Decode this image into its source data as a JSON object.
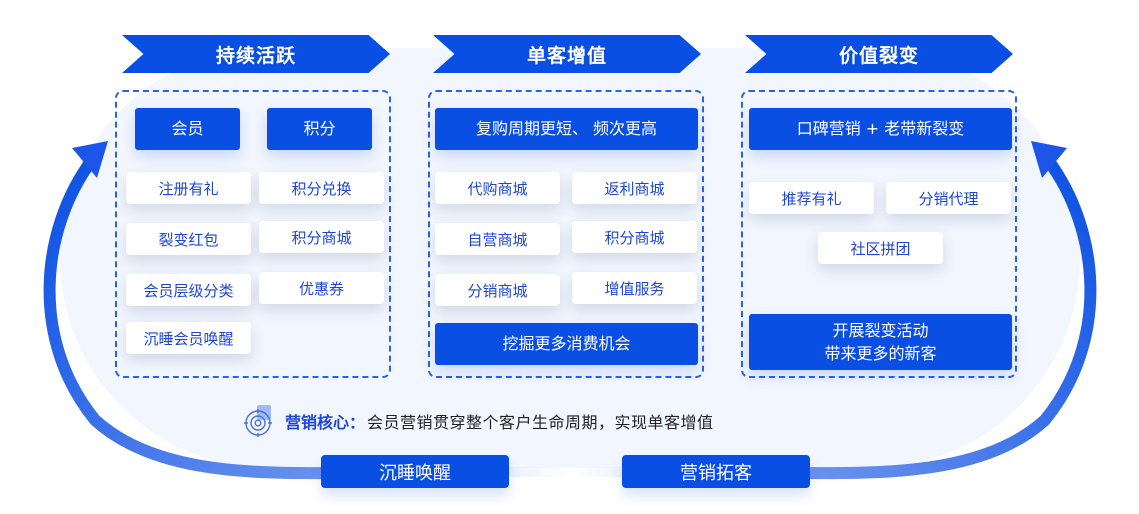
{
  "stages": [
    {
      "title": "持续活跃",
      "header_buttons": [
        "会员",
        "积分"
      ],
      "chips": [
        "注册有礼",
        "积分兑换",
        "裂变红包",
        "积分商城",
        "会员层级分类",
        "优惠券",
        "沉睡会员唤醒"
      ]
    },
    {
      "title": "单客增值",
      "header_button": "复购周期更短、 频次更高",
      "chips": [
        "代购商城",
        "返利商城",
        "自营商城",
        "积分商城",
        "分销商城",
        "增值服务"
      ],
      "footer_button": "挖掘更多消费机会"
    },
    {
      "title": "价值裂变",
      "header_button": "口碑营销 + 老带新裂变",
      "chips": [
        "推荐有礼",
        "分销代理",
        "社区拼团"
      ],
      "footer_button_line1": "开展裂变活动",
      "footer_button_line2": "带来更多的新客"
    }
  ],
  "core": {
    "icon": "target-icon",
    "label": "营销核心：",
    "text": "会员营销贯穿整个客户生命周期，实现单客增值"
  },
  "bottom": {
    "left_button": "沉睡唤醒",
    "right_button": "营销拓客"
  },
  "colors": {
    "primary": "#0a4fe3",
    "chip_text": "#1d46d6",
    "background_oval": "#f2f6fe"
  }
}
